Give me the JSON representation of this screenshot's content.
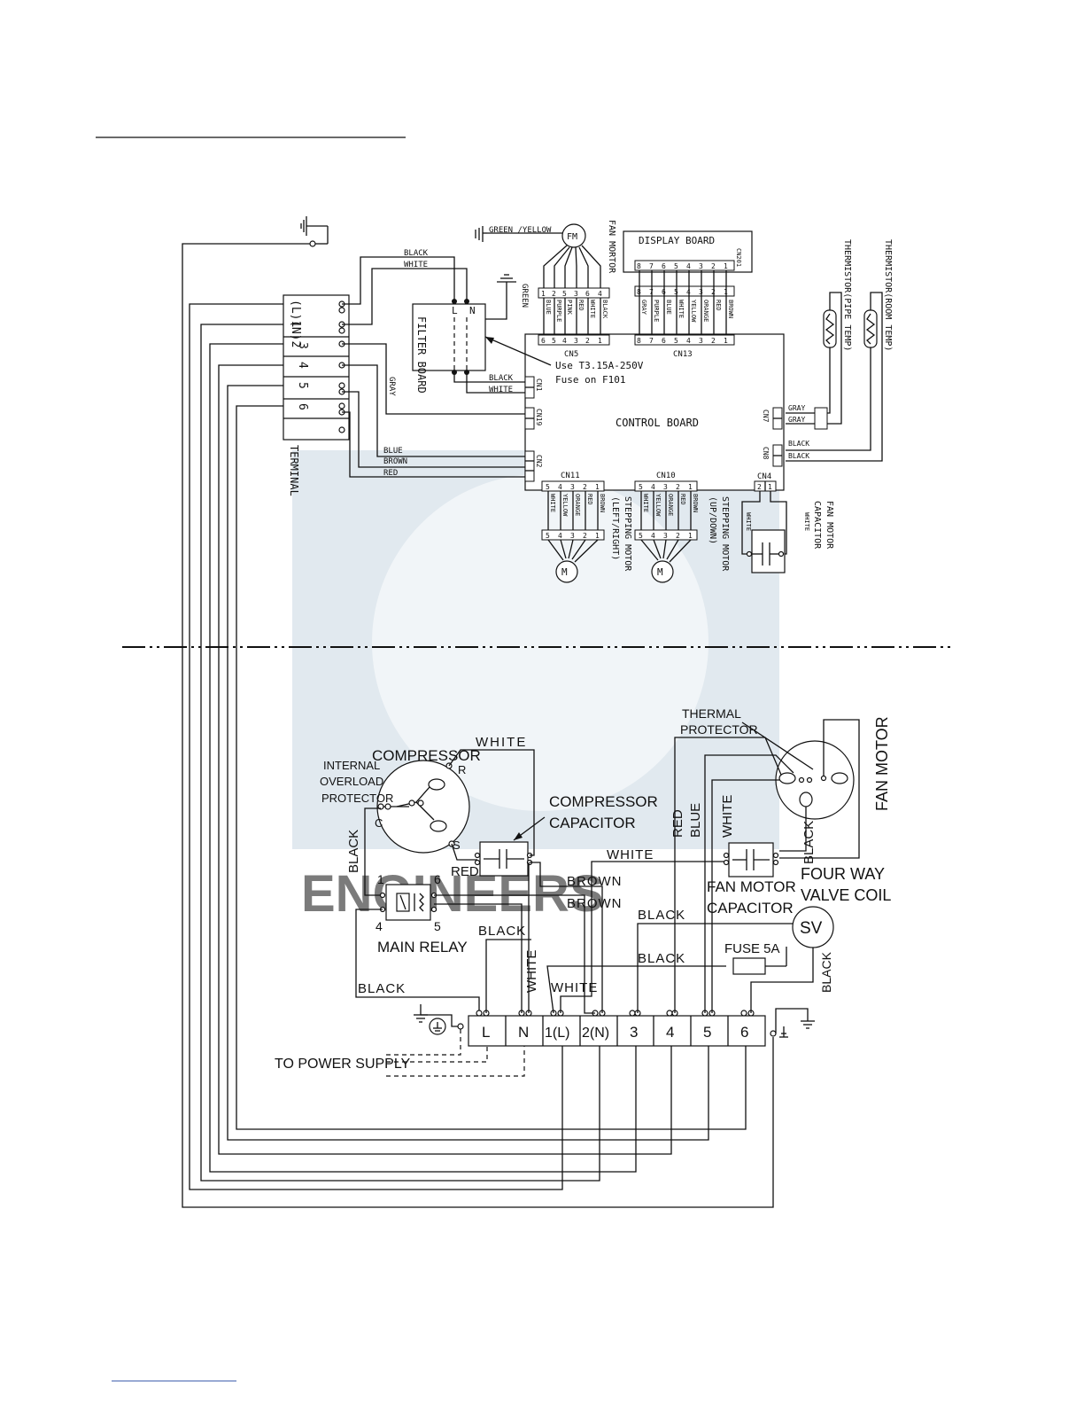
{
  "indoor": {
    "fan_motor_label": "FAN MORTOR",
    "ground_wire_label": "GREEN /YELLOW",
    "green_label": "GREEN",
    "display_board": {
      "title": "DISPLAY BOARD",
      "connector": "CN201",
      "connector2": "CN13",
      "pins_top": [
        "8",
        "7",
        "6",
        "5",
        "4",
        "3",
        "2",
        "1"
      ],
      "wires": [
        "GRAY",
        "PURPLE",
        "BLUE",
        "WHITE",
        "YELLOW",
        "ORANGE",
        "RED",
        "BROWN"
      ]
    },
    "cn5": {
      "label": "CN5",
      "pins_top": [
        "1",
        "2",
        "5",
        "3",
        "6",
        "4"
      ],
      "pins_bottom": [
        "6",
        "5",
        "4",
        "3",
        "2",
        "1"
      ],
      "wires": [
        "BLUE",
        "PURPLE",
        "PINK",
        "RED",
        "WHITE",
        "BLACK"
      ]
    },
    "filter_board": {
      "label": "FILTER BOARD",
      "l": "L",
      "n": "N"
    },
    "black_label": "BLACK",
    "white_label": "WHITE",
    "gray_label": "GRAY",
    "fuse_note": [
      "Use T3.15A-250V",
      "Fuse on F101"
    ],
    "control_board": "CONTROL BOARD",
    "cn1": "CN1",
    "cn19": "CN19",
    "cn2": "CN2",
    "cn7": "CN7",
    "cn8": "CN8",
    "cn4": "CN4",
    "cn11": "CN11",
    "cn10": "CN10",
    "cn2_wires": [
      "BLUE",
      "BROWN",
      "RED"
    ],
    "cn7_wires": [
      "GRAY",
      "GRAY"
    ],
    "cn8_wires": [
      "BLACK",
      "BLACK"
    ],
    "terminal_label": "TERMINAL",
    "terminal_rows": [
      "(L)1",
      "(N)2",
      "3",
      "4",
      "5",
      "6"
    ],
    "thermistor_pipe": "THERMISTOR(PIPE TEMP)",
    "thermistor_room": "THERMISTOR(ROOM TEMP)",
    "stepping_lr": [
      "STEPPING MOTOR",
      "(LEFT/RIGHT)"
    ],
    "stepping_ud": [
      "STEPPING MOTOR",
      "(UP/DOWN)"
    ],
    "step_wires": [
      "WHITE",
      "YELLOW",
      "ORANGE",
      "RED",
      "BROWN"
    ],
    "step_pins": [
      "5",
      "4",
      "3",
      "2",
      "1"
    ],
    "fan_cap": [
      "FAN MOTOR",
      "CAPACITOR"
    ],
    "cn4_pins": [
      "2",
      "1"
    ],
    "motor_symbol": "M",
    "fm_symbol": "FM"
  },
  "outdoor": {
    "compressor": "COMPRESSOR",
    "overload": [
      "INTERNAL",
      "OVERLOAD",
      "PROTECTOR"
    ],
    "comp_pins": [
      "C",
      "R",
      "S"
    ],
    "comp_cap": [
      "COMPRESSOR",
      "CAPACITOR"
    ],
    "thermal": [
      "THERMAL",
      "PROTECTOR"
    ],
    "fan_motor": "FAN MOTOR",
    "fan_cap": [
      "FAN MOTOR",
      "CAPACITOR"
    ],
    "four_way": [
      "FOUR WAY",
      "VALVE COIL"
    ],
    "sv": "SV",
    "fuse": "FUSE 5A",
    "main_relay": "MAIN RELAY",
    "relay_pins": [
      "1",
      "6",
      "4",
      "5"
    ],
    "to_power": "TO POWER SUPPLY",
    "terminal": [
      "L",
      "N",
      "1(L)",
      "2(N)",
      "3",
      "4",
      "5",
      "6"
    ],
    "wire_labels": {
      "white_top": "WHITE",
      "black_left": "BLACK",
      "red": "RED",
      "brown1": "BROWN",
      "brown2": "BROWN",
      "white2": "WHITE",
      "black_sv": "BLACK",
      "black_relay": "BLACK",
      "white_vert": "WHITE",
      "black_fuse": "BLACK",
      "white_low": "WHITE",
      "black_bottom": "BLACK",
      "red_v": "RED",
      "blue_v": "BLUE",
      "white_fan": "WHITE",
      "black_fan": "BLACK",
      "black_sv2": "BLACK"
    }
  },
  "watermark": "ENGINEERS"
}
